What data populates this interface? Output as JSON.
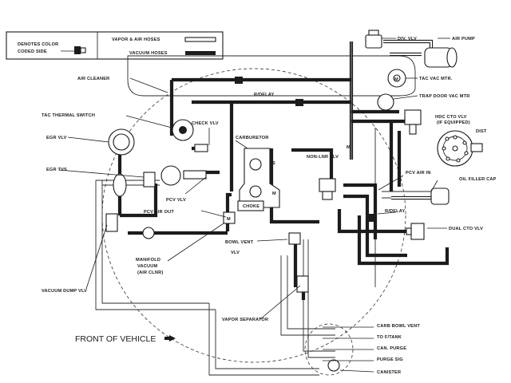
{
  "legend": {
    "denotes_color": "DENOTES COLOR",
    "coded_side": "CODED SIDE",
    "vapor_air": "VAPOR & AIR HOSES",
    "vacuum": "VACUUM HOSES"
  },
  "labels": {
    "div_vlv": "DIV. VLV",
    "air_pump": "AIR PUMP",
    "air_cleaner": "AIR CLEANER",
    "tac_vac_mtr": "TAC VAC MTR.",
    "rdelay_top": "R/DELAY",
    "trap_door": "TRAP DOOR VAC MTR",
    "tac_thermal": "TAC THERMAL SWITCH",
    "check_vlv": "CHECK VLV",
    "hdc_cto_1": "HDC CTO VLV",
    "hdc_cto_2": "(IF EQUIPPED)",
    "dist": "DIST",
    "egr_vlv": "EGR VLV",
    "carburetor": "CARBURETOR",
    "non_lnr": "NON-LNR VLV",
    "egr_tvs": "EGR TVS",
    "pcv_air_in": "PCV AIR IN",
    "oil_filler": "OIL FILLER CAP",
    "pcv_vlv": "PCV VLV",
    "choke": "CHOKE",
    "pcv_air_out": "PCV AIR OUT",
    "rdelay_right": "R/DELAY",
    "dual_cto": "DUAL CTO VLV",
    "bowl_vent_1": "BOWL VENT",
    "bowl_vent_2": "VLV",
    "manifold_1": "MANIFOLD",
    "manifold_2": "VACUUM",
    "manifold_3": "(AIR CLNR)",
    "vacuum_dump": "VACUUM DUMP VLV",
    "vapor_sep": "VAPOR SEPARATOR",
    "front": "FRONT OF VEHICLE",
    "carb_bowl_vent": "CARB BOWL VENT",
    "to_ftank": "TO F/TANK",
    "can_purge": "CAN. PURGE",
    "purge_sig": "PURGE SIG",
    "canister": "CANISTER",
    "m_tac": "M",
    "m_carb": "M",
    "m_pcv": "M",
    "port_s": "S",
    "port_m": "M"
  }
}
